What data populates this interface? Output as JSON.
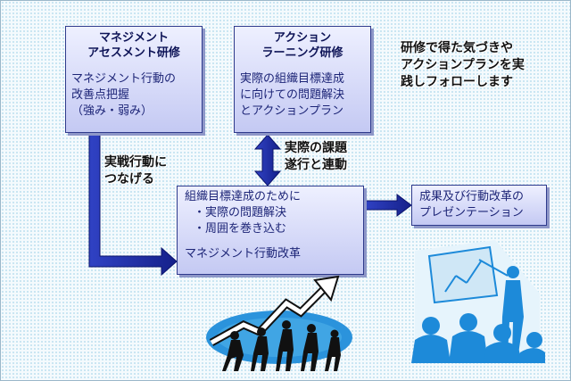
{
  "boxes": {
    "assessment": {
      "title_line1": "マネジメント",
      "title_line2": "アセスメント研修",
      "body": [
        "マネジメント行動の",
        "改善点把握",
        "（強み・弱み）"
      ]
    },
    "action_learning": {
      "title_line1": "アクション",
      "title_line2": "ラーニング研修",
      "body": [
        "実際の組織目標達成",
        "に向けての問題解決",
        "とアクションプラン"
      ]
    },
    "organization": {
      "heading": "組織目標達成のために",
      "bullets": [
        "・実際の問題解決",
        "・周囲を巻き込む"
      ],
      "footer": "マネジメント行動改革"
    },
    "result": {
      "lines": [
        "成果及び行動改革の",
        "プレゼンテーション"
      ]
    }
  },
  "notes": {
    "practice": [
      "実戦行動に",
      "つなげる"
    ],
    "tasks": [
      "実際の課題",
      "遂行と連動"
    ],
    "followup": [
      "研修で得た気づきや",
      "アクションプランを実",
      "践しフォローします"
    ]
  },
  "colors": {
    "box_top": "#eef0ff",
    "box_bottom": "#c4c9f3",
    "box_border": "#2e3a8c",
    "box_text": "#1d2577",
    "arrow": "#1f2fa8",
    "background_dots": "#c6e4f2",
    "illustration_blue": "#1d8ad9"
  },
  "icons": {
    "illustration_left": "team-pushing-rising-arrow-illustration",
    "illustration_right": "presentation-meeting-illustration"
  }
}
